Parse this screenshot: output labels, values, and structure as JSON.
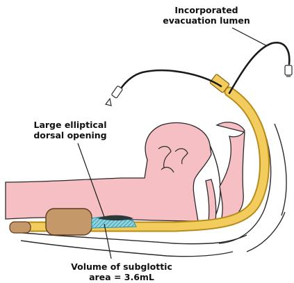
{
  "labels": {
    "evacuation_lumen": [
      "Incorporated",
      "evacuation lumen"
    ],
    "dorsal_opening": [
      "Large elliptical",
      "dorsal opening"
    ],
    "subglottic_volume": [
      "Volume of subglottic",
      "area = 3.6mL"
    ]
  },
  "colors": {
    "tissue": "#f6bfc3",
    "tube": "#f2cd5e",
    "tube_outline": "#b88a1a",
    "cuff": "#c49869",
    "subglottic_hatch": "#5bb8c8",
    "evacuation_line": "#1a1a1a",
    "outline": "#2a2a2a"
  }
}
